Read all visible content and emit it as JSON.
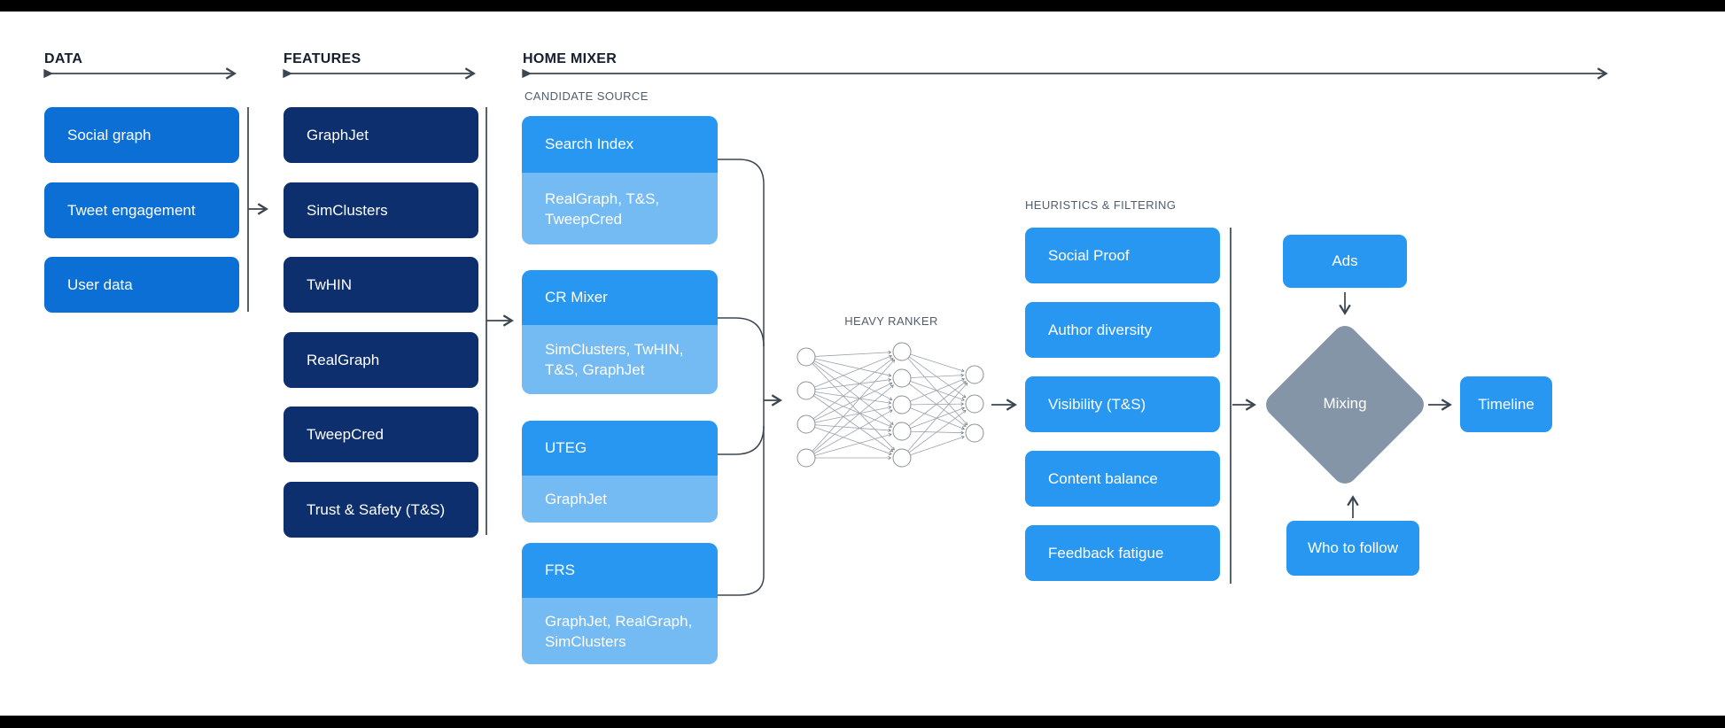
{
  "colors": {
    "data_box": "#0B6FD6",
    "features_box": "#0D2F6E",
    "bright_box": "#2897F2",
    "light_box": "#74BAF3",
    "diamond": "#8595A8",
    "wire": "#3C4651",
    "header_text": "#141E2C",
    "section_label": "#515E6B"
  },
  "headers": {
    "data": "DATA",
    "features": "FEATURES",
    "home_mixer": "HOME MIXER"
  },
  "data_column": {
    "items": [
      "Social graph",
      "Tweet engagement",
      "User data"
    ]
  },
  "features_column": {
    "items": [
      "GraphJet",
      "SimClusters",
      "TwHIN",
      "RealGraph",
      "TweepCred",
      "Trust & Safety (T&S)"
    ]
  },
  "candidate_source": {
    "label": "CANDIDATE SOURCE",
    "items": [
      {
        "name": "Search Index",
        "features": "RealGraph, T&S, TweepCred"
      },
      {
        "name": "CR Mixer",
        "features": "SimClusters, TwHIN, T&S, GraphJet"
      },
      {
        "name": "UTEG",
        "features": "GraphJet"
      },
      {
        "name": "FRS",
        "features": "GraphJet, RealGraph, SimClusters"
      }
    ]
  },
  "heavy_ranker": {
    "label": "HEAVY RANKER"
  },
  "heuristics": {
    "label": "HEURISTICS & FILTERING",
    "items": [
      "Social Proof",
      "Author diversity",
      "Visibility (T&S)",
      "Content balance",
      "Feedback fatigue"
    ]
  },
  "mixing": {
    "label": "Mixing",
    "ads": "Ads",
    "who_to_follow": "Who to follow",
    "timeline": "Timeline"
  }
}
